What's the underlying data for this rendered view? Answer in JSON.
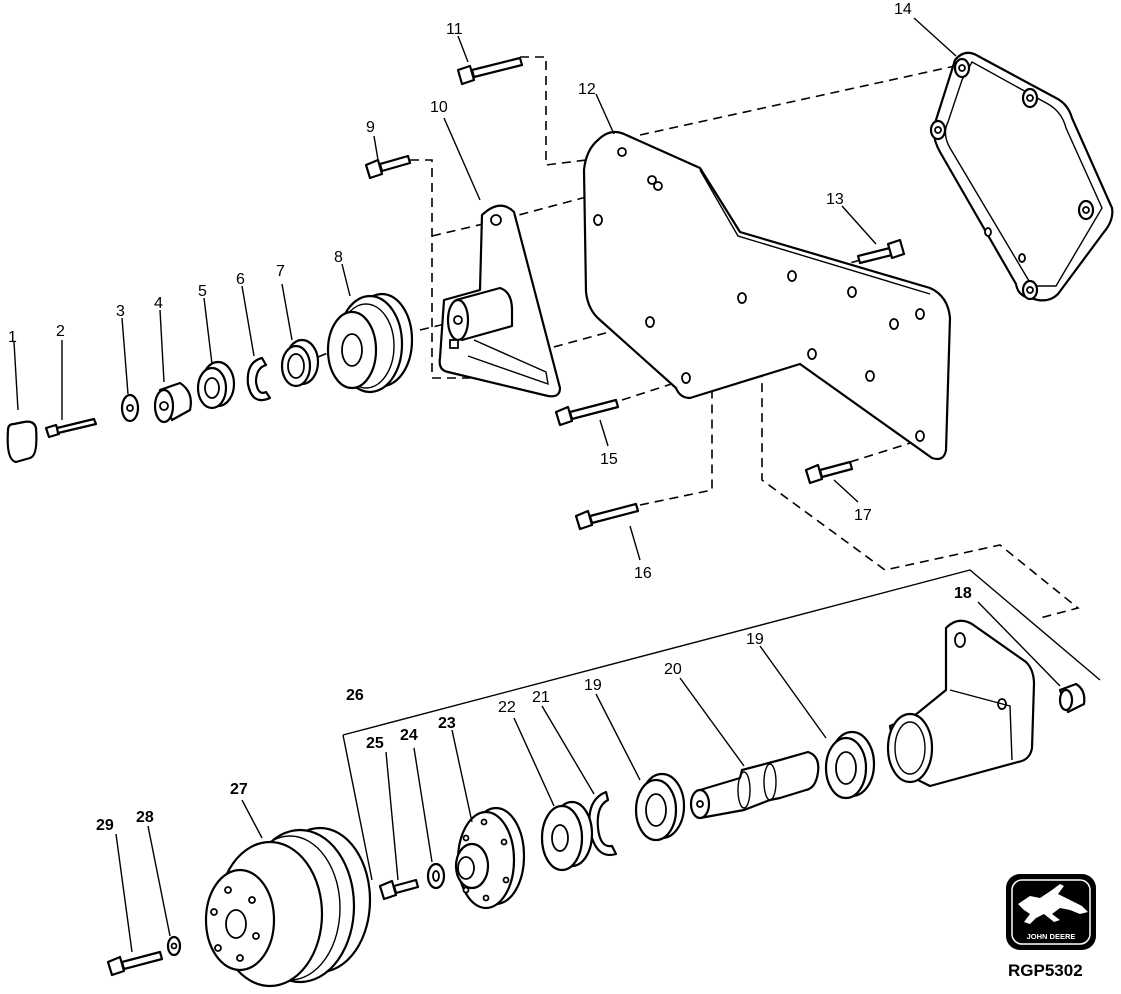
{
  "callouts": {
    "c1": "1",
    "c2": "2",
    "c3": "3",
    "c4": "4",
    "c5": "5",
    "c6": "6",
    "c7": "7",
    "c8": "8",
    "c9": "9",
    "c10": "10",
    "c11": "11",
    "c12": "12",
    "c13": "13",
    "c14": "14",
    "c15": "15",
    "c16": "16",
    "c17": "17",
    "c18": "18",
    "c19a": "19",
    "c19b": "19",
    "c20": "20",
    "c21": "21",
    "c22": "22",
    "c23": "23",
    "c24": "24",
    "c25": "25",
    "c26": "26",
    "c27": "27",
    "c28": "28",
    "c29": "29"
  },
  "logo": {
    "brand": "JOHN DEERE"
  },
  "figure": {
    "id": "RGP5302"
  }
}
